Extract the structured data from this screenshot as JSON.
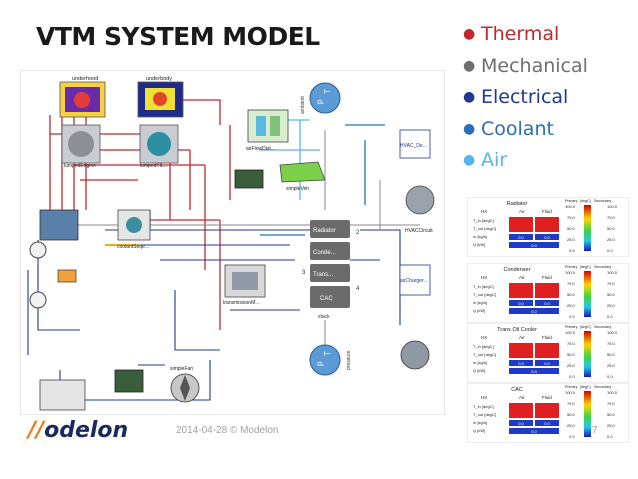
{
  "slide": {
    "title": "VTM SYSTEM MODEL",
    "bullets": [
      {
        "text": "Thermal",
        "color": "#c0282d"
      },
      {
        "text": "Mechanical",
        "color": "#6e6e6e"
      },
      {
        "text": "Electrical",
        "color": "#1f3a8c"
      },
      {
        "text": "Coolant",
        "color": "#2a6fb5"
      },
      {
        "text": "Air",
        "color": "#58b6e6"
      }
    ],
    "footer": "2014-04-28 © Modelon",
    "page_number": "7",
    "logo": {
      "prefix": "//",
      "text": "odelon",
      "accent_color": "#ee7d1f"
    }
  },
  "diagram": {
    "labels": {
      "underhood": "underhood",
      "underbody": "underbody",
      "lumped_engine": "lumpedEngine",
      "lumped_til": "lumpedTIL...",
      "airflow": "airFlowDist...",
      "simple_veh": "simpleVeh",
      "radiator": "Radiator",
      "condenser": "Conde...",
      "trans": "Trans...",
      "cac": "CAC",
      "hvac": "HVAC_De...",
      "hvac_circuit": "HVACCircuit",
      "coolant": "coolantSeqe...",
      "transmission": "transmissionM...",
      "air_charger": "airCharger...",
      "stack": "stack",
      "simple_fan": "simpleFan",
      "ambient": "ambient",
      "pressure": "pressure",
      "p": "p",
      "t": "T",
      "num2": "2",
      "num3": "3",
      "num4": "4"
    }
  },
  "result_panels": [
    {
      "name": "Radiator",
      "hx": "HX",
      "air": "Air",
      "fluid": "Fluid",
      "rows": [
        "T_in [degC]",
        "T_out [degC]",
        "m [kg/s]",
        "Q [kW]"
      ],
      "values": {
        "m": [
          "0.0",
          "0.0"
        ],
        "q": "0.0"
      },
      "scale": {
        "primary": "Primary",
        "unit": "[degC]",
        "secondary": "Secondary",
        "ticks": [
          "100.0",
          "75.0",
          "50.0",
          "25.0",
          "0.0"
        ]
      }
    },
    {
      "name": "Condenser",
      "hx": "HX",
      "air": "Air",
      "fluid": "Fluid",
      "rows": [
        "T_in [degC]",
        "T_out [degC]",
        "m [kg/s]",
        "Q [kW]"
      ],
      "values": {
        "m": [
          "0.0",
          "0.0"
        ],
        "q": "0.0"
      },
      "scale": {
        "primary": "Primary",
        "unit": "[degC]",
        "secondary": "Secondary",
        "ticks": [
          "100.0",
          "75.0",
          "50.0",
          "25.0",
          "0.0"
        ]
      }
    },
    {
      "name": "Trans Oil Cooler",
      "hx": "HX",
      "air": "Air",
      "fluid": "Fluid",
      "rows": [
        "T_in [degC]",
        "T_out [degC]",
        "m [kg/s]",
        "Q [kW]"
      ],
      "values": {
        "m": [
          "0.0",
          "0.0"
        ],
        "q": "0.0"
      },
      "scale": {
        "primary": "Primary",
        "unit": "[degC]",
        "secondary": "Secondary",
        "ticks": [
          "100.0",
          "75.0",
          "50.0",
          "25.0",
          "0.0"
        ]
      }
    },
    {
      "name": "CAC",
      "hx": "HX",
      "air": "Air",
      "fluid": "Fluid",
      "rows": [
        "T_in [degC]",
        "T_out [degC]",
        "m [kg/s]",
        "Q [kW]"
      ],
      "values": {
        "m": [
          "0.0",
          "0.0"
        ],
        "q": "0.0"
      },
      "scale": {
        "primary": "Primary",
        "unit": "[degC]",
        "secondary": "Secondary",
        "ticks": [
          "100.0",
          "75.0",
          "50.0",
          "25.0",
          "0.0"
        ]
      }
    }
  ]
}
